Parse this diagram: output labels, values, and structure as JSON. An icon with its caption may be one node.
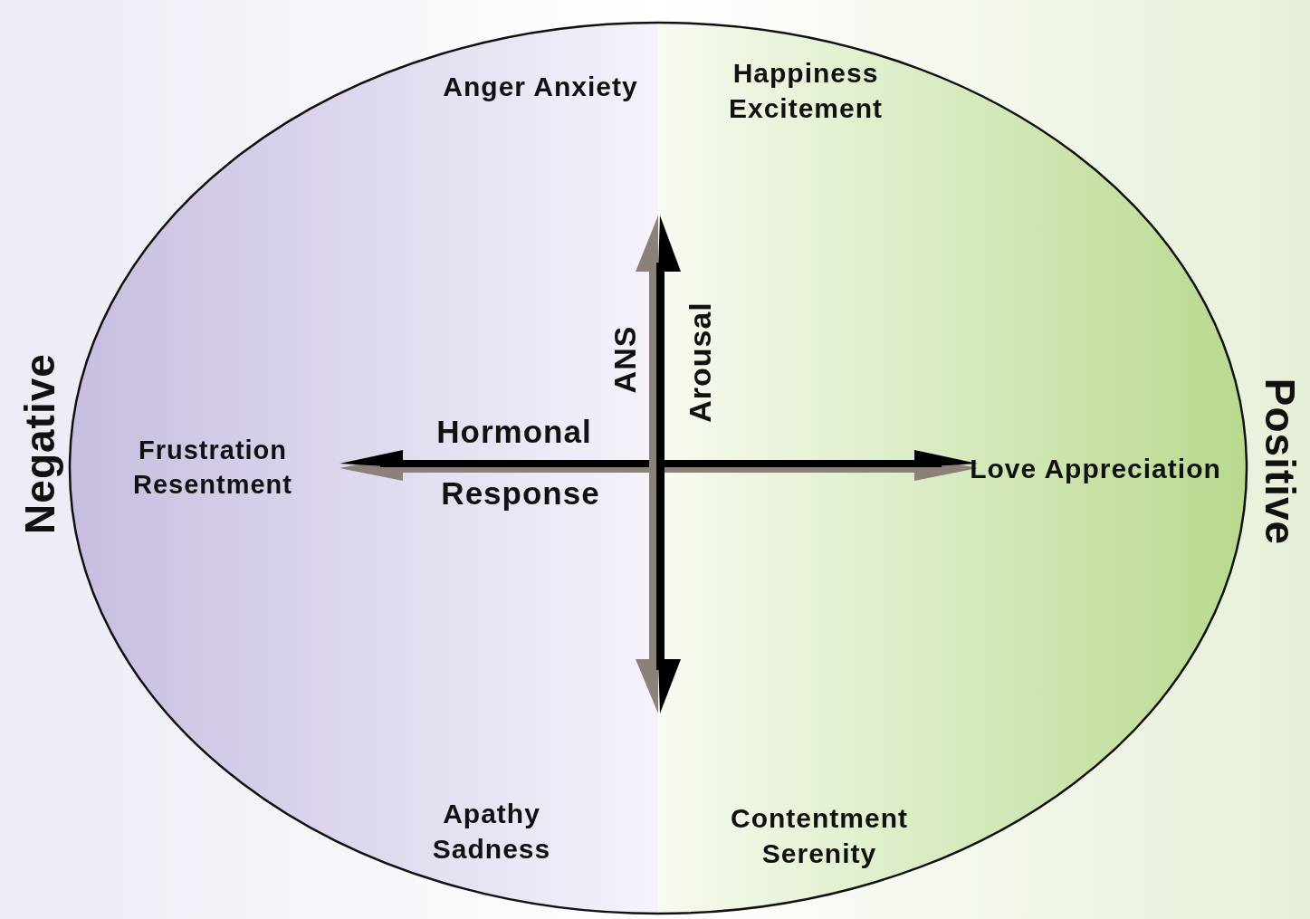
{
  "diagram": {
    "labels": [
      "Anger Anxiety",
      "Happiness Excitement",
      "Negative",
      "ANS",
      "Arousal",
      "Positive",
      "Frustration Resentment",
      "Hormonal",
      "Love Appreciation",
      "Response",
      "Apathy Sadness",
      "Contentment Serenity"
    ]
  }
}
